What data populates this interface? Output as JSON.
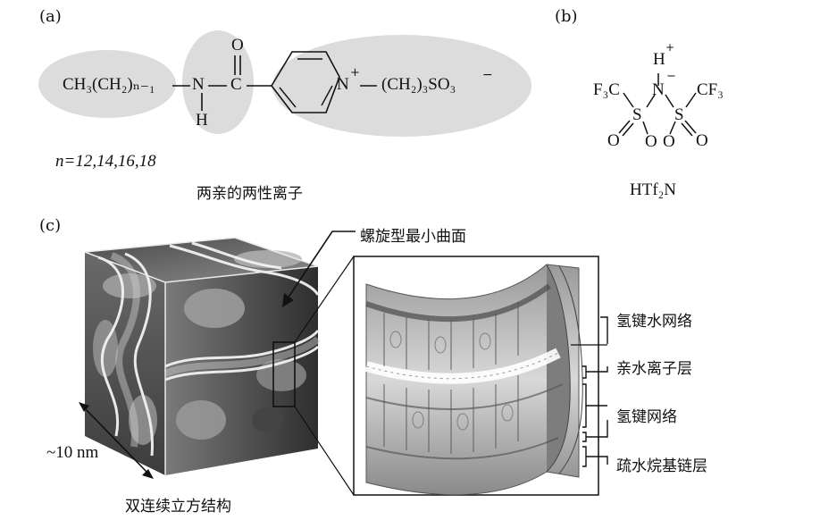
{
  "panels": {
    "a": {
      "label": "(a)",
      "caption": "两亲的两性离子",
      "n_values": "n=12,14,16,18"
    },
    "b": {
      "label": "(b)",
      "caption": "HTf₂N"
    },
    "c": {
      "label": "(c)",
      "cube_label": "双连续立方结构",
      "size_label": "~10 nm",
      "surface_label": "螺旋型最小曲面"
    }
  },
  "molecule_a": {
    "tail": "CH₃(CH₂)ₙ₋₁",
    "amide_N": "N",
    "amide_H": "H",
    "carbonyl_C": "C",
    "carbonyl_O": "O",
    "ring_N": "N",
    "ring_charge": "+",
    "head": "(CH₂)₃SO₃",
    "head_charge": "−"
  },
  "molecule_b": {
    "H": "H",
    "H_charge": "+",
    "N": "N",
    "N_charge": "−",
    "S_left": "S",
    "S_right": "S",
    "F3C": "F₃C",
    "CF3": "CF₃",
    "O": "O"
  },
  "layers": [
    {
      "label": "氢键水网络"
    },
    {
      "label": "亲水离子层"
    },
    {
      "label": "氢键网络"
    },
    {
      "label": "疏水烷基链层"
    }
  ]
}
